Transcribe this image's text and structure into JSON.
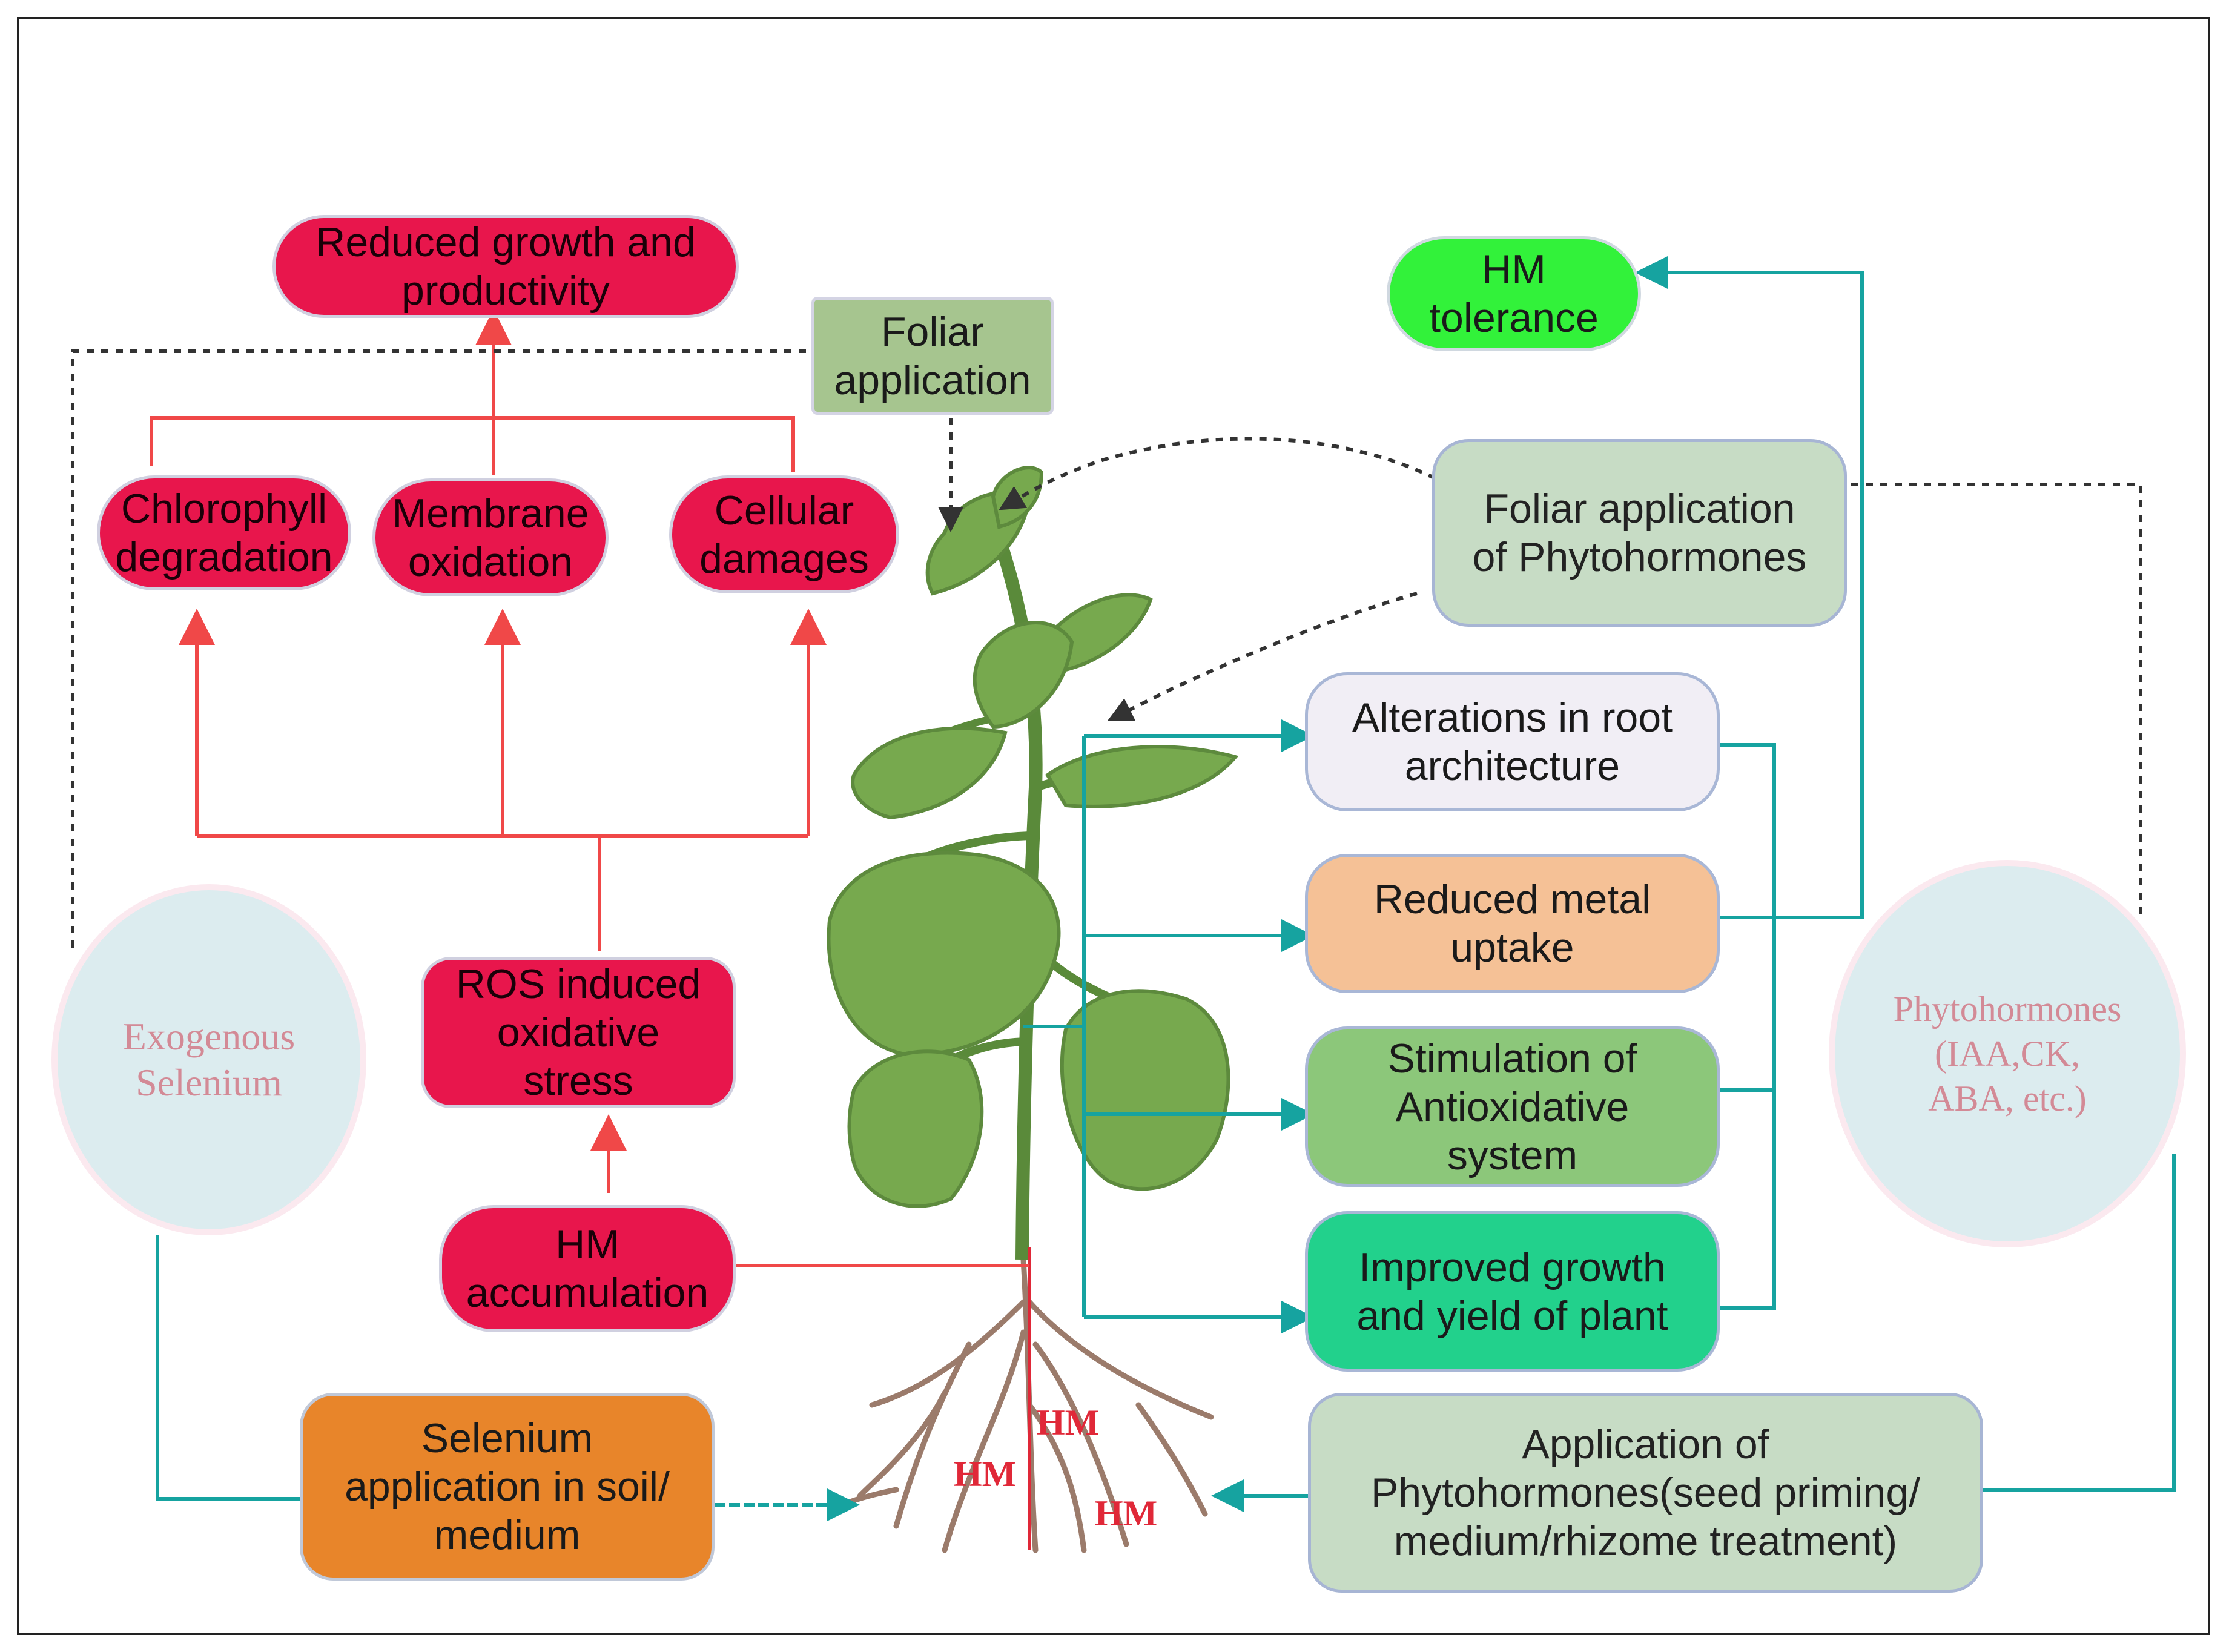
{
  "colors": {
    "stress": "#e8164c",
    "arrow_red": "#f04848",
    "arrow_teal": "#16a3a0",
    "dotted": "#333333",
    "hm_tolerance": "#32f23a",
    "reduced_uptake": "#f5c196",
    "antioxidative": "#8cc77a",
    "improved_growth": "#22d18c",
    "root_architecture": "#f1eef5",
    "selenium_soil": "#e8852a",
    "sage": "#c7dcc5",
    "oval_fill": "#dcecef",
    "plant_leaf": "#77a94e",
    "root": "#9b7b6b"
  },
  "nodes": {
    "reduced_growth": "Reduced growth and\nproductivity",
    "foliar_application": "Foliar\napplication",
    "chlorophyll": "Chlorophyll\ndegradation",
    "membrane": "Membrane\noxidation",
    "cellular": "Cellular\ndamages",
    "ros": "ROS induced\noxidative\nstress",
    "hm_accumulation": "HM\naccumulation",
    "selenium_soil": "Selenium\napplication in soil/\nmedium",
    "exogenous_selenium": "Exogenous\nSelenium",
    "hm_tolerance": "HM\ntolerance",
    "foliar_phytohormones": "Foliar application\nof Phytohormones",
    "root_architecture": "Alterations in root\narchitecture",
    "reduced_uptake": "Reduced metal\nuptake",
    "antioxidative": "Stimulation of\nAntioxidative\nsystem",
    "improved_growth": "Improved growth\nand yield of plant",
    "phytohormones": "Phytohormones\n(IAA,CK,\nABA, etc.)",
    "application_phytohormones": "Application of\nPhytohormones(seed priming/\nmedium/rhizome treatment)"
  },
  "root_labels": [
    "HM",
    "HM",
    "HM"
  ]
}
